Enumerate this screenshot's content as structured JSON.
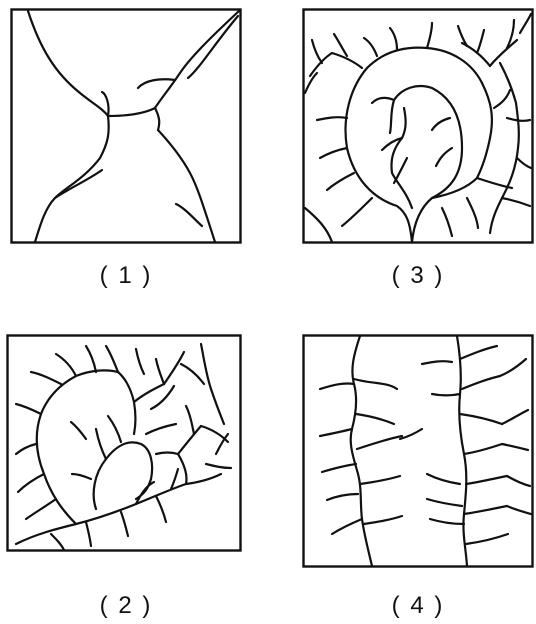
{
  "panels": [
    {
      "id": "1",
      "label": "( 1 )"
    },
    {
      "id": "2",
      "label": "( 2 )"
    },
    {
      "id": "3",
      "label": "( 3 )"
    },
    {
      "id": "4",
      "label": "( 4 )"
    }
  ]
}
